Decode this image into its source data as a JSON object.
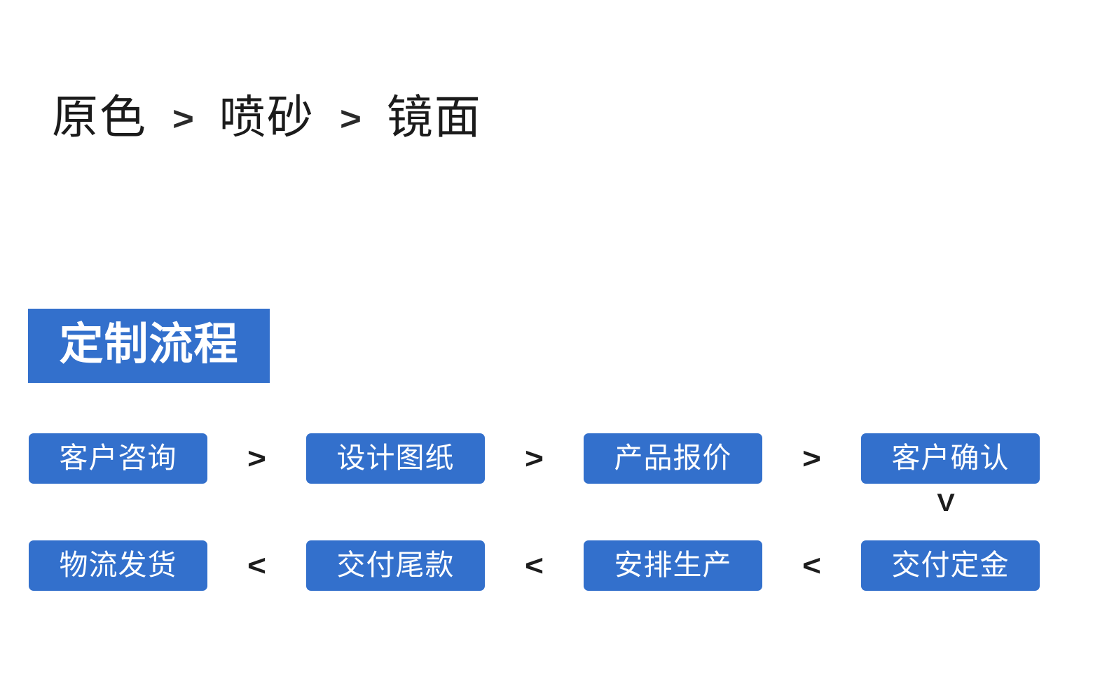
{
  "colors": {
    "accent_blue": "#3370cc",
    "text_dark": "#1b1b1b",
    "text_on_accent": "#ffffff",
    "page_background": "#ffffff"
  },
  "finish_row": {
    "name": "surface-finish-sequence",
    "items": [
      {
        "label": "原色"
      },
      {
        "label": "喷砂"
      },
      {
        "label": "镜面"
      }
    ],
    "separator": ">"
  },
  "section": {
    "badge_label": "定制流程"
  },
  "flow": {
    "row1": {
      "separator": ">",
      "steps": [
        {
          "label": "客户咨询"
        },
        {
          "label": "设计图纸"
        },
        {
          "label": "产品报价"
        },
        {
          "label": "客户确认"
        }
      ]
    },
    "row2": {
      "separator": "<",
      "steps": [
        {
          "label": "物流发货"
        },
        {
          "label": "交付尾款"
        },
        {
          "label": "安排生产"
        },
        {
          "label": "交付定金"
        }
      ]
    },
    "turn_arrow": "V"
  }
}
